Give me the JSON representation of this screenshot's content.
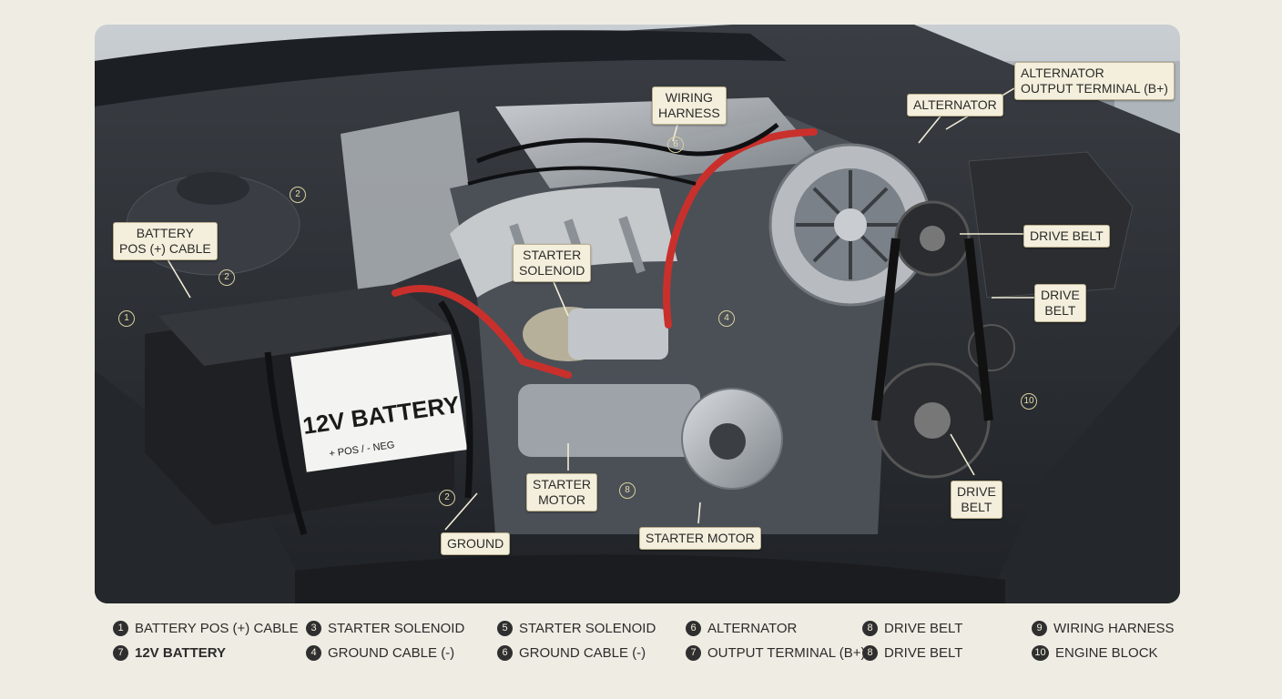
{
  "battery_label": {
    "main": "12V BATTERY",
    "sub": "+ POS / - NEG"
  },
  "callouts": [
    {
      "id": "alternator-output-terminal",
      "text": "ALTERNATOR\nOUTPUT TERMINAL (B+)"
    },
    {
      "id": "alternator",
      "text": "ALTERNATOR"
    },
    {
      "id": "wiring-harness",
      "text": "WIRING\nHARNESS"
    },
    {
      "id": "battery-pos-cable",
      "text": "BATTERY\nPOS (+) CABLE"
    },
    {
      "id": "starter-solenoid",
      "text": "STARTER\nSOLENOID"
    },
    {
      "id": "drive-belt-1",
      "text": "DRIVE BELT"
    },
    {
      "id": "drive-belt-2",
      "text": "DRIVE\nBELT"
    },
    {
      "id": "drive-belt-3",
      "text": "DRIVE\nBELT"
    },
    {
      "id": "starter-motor-small",
      "text": "STARTER\nMOTOR"
    },
    {
      "id": "ground",
      "text": "GROUND"
    },
    {
      "id": "starter-motor",
      "text": "STARTER MOTOR"
    }
  ],
  "markers": [
    "1",
    "2",
    "2",
    "4",
    "8",
    "2",
    "10",
    "6"
  ],
  "legend": [
    [
      {
        "num": "1",
        "label": "BATTERY POS (+) CABLE"
      },
      {
        "num": "7",
        "label": "12V BATTERY"
      }
    ],
    [
      {
        "num": "3",
        "label": "STARTER SOLENOID"
      },
      {
        "num": "4",
        "label": "GROUND CABLE (-)"
      }
    ],
    [
      {
        "num": "5",
        "label": "STARTER SOLENOID"
      },
      {
        "num": "6",
        "label": "GROUND CABLE (-)"
      }
    ],
    [
      {
        "num": "6",
        "label": "ALTERNATOR"
      },
      {
        "num": "7",
        "label": "OUTPUT TERMINAL (B+)"
      }
    ],
    [
      {
        "num": "8",
        "label": "DRIVE BELT"
      },
      {
        "num": "8",
        "label": "DRIVE BELT"
      }
    ],
    [
      {
        "num": "9",
        "label": "WIRING HARNESS"
      },
      {
        "num": "10",
        "label": "ENGINE BLOCK"
      }
    ]
  ],
  "colors": {
    "paper": "#efece4",
    "engine_bay": "#2b2e33",
    "metal": "#9aa0a6",
    "battery_case": "#26282b",
    "positive_cable": "#c9302c",
    "callout_bg": "#f4efdc",
    "legend_text": "#2b2b2b"
  }
}
